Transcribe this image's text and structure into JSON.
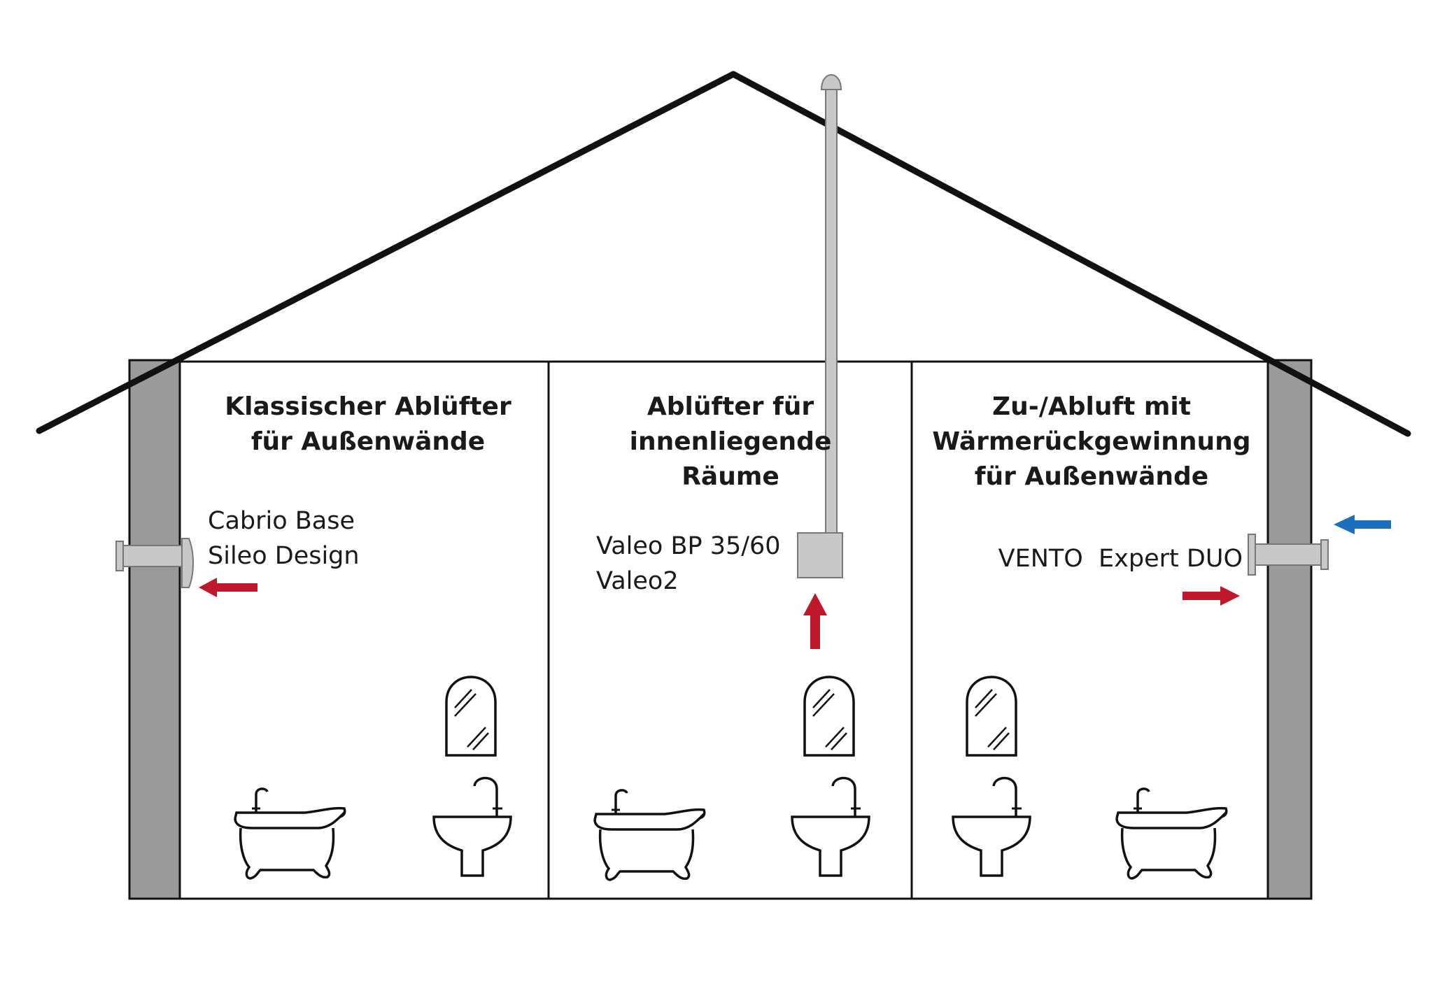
{
  "rooms": [
    {
      "title": [
        "Klassischer Ablüfter",
        "für Außenwände"
      ],
      "products": [
        "Cabrio Base",
        "Sileo Design"
      ]
    },
    {
      "title": [
        "Ablüfter für",
        "innenliegende",
        "Räume"
      ],
      "products": [
        "Valeo BP 35/60",
        "Valeo2"
      ]
    },
    {
      "title": [
        "Zu-/Abluft mit",
        "Wärmerückgewinnung",
        "für Außenwände"
      ],
      "products": [
        "VENTO  Expert DUO"
      ]
    }
  ],
  "colors": {
    "outline": "#111111",
    "wall": "#9a9a9a",
    "duct": "#c8c8c8",
    "exhaust_arrow": "#c0182b",
    "supply_arrow": "#1a6fbf"
  },
  "icons": [
    "bathtub-icon",
    "sink-icon",
    "mirror-icon",
    "exhaust-arrow-icon",
    "supply-arrow-icon",
    "fan-unit-icon"
  ]
}
